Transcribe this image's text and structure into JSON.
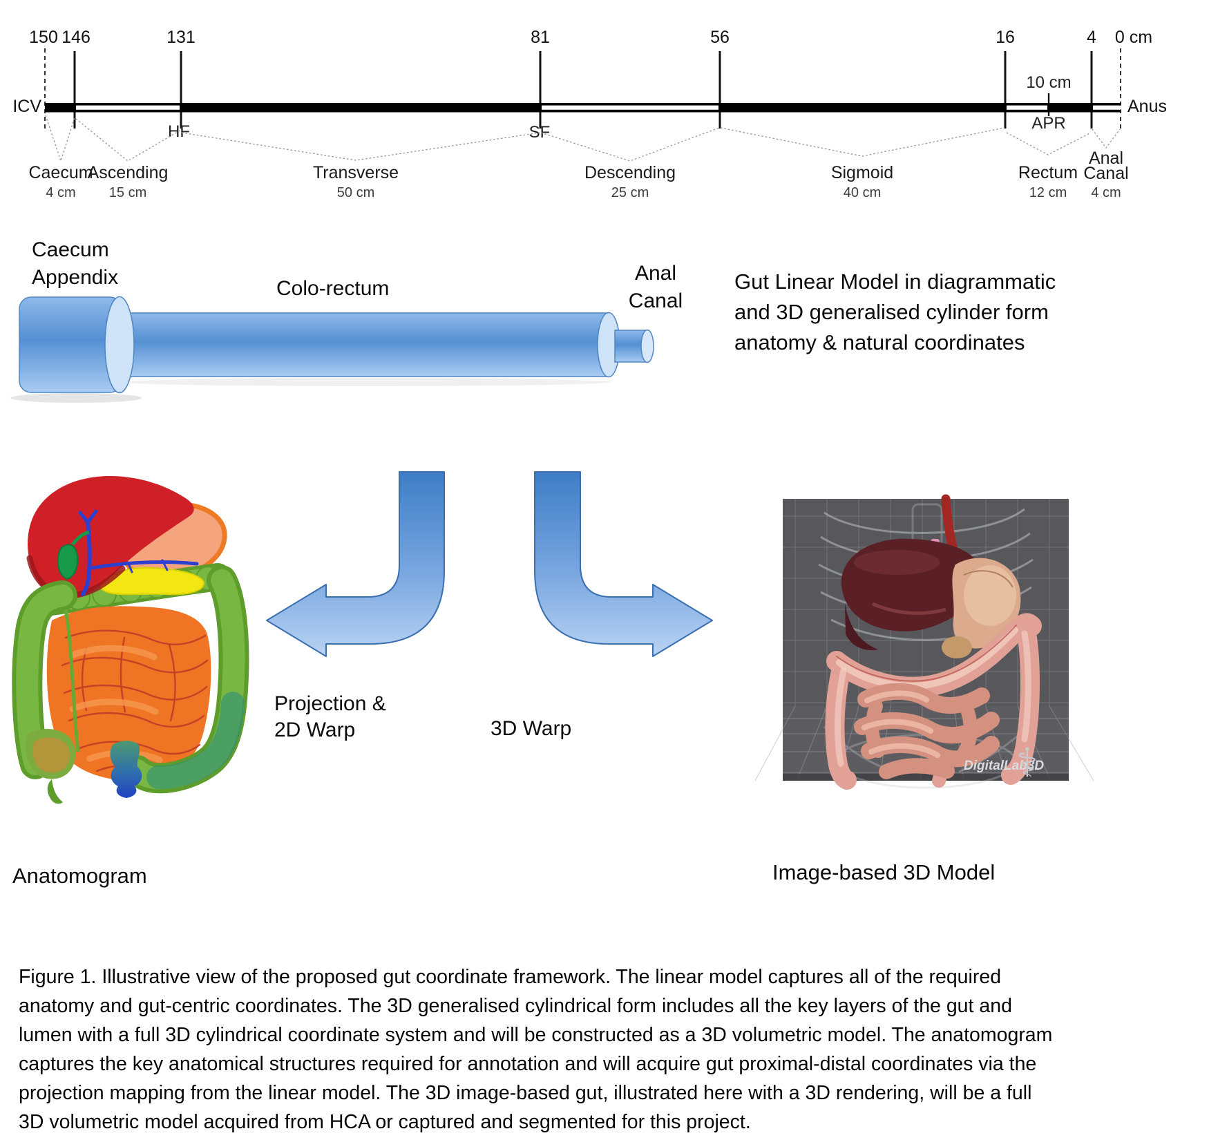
{
  "ruler": {
    "ticks": [
      "150",
      "146",
      "131",
      "81",
      "56",
      "16",
      "4",
      "0 cm"
    ],
    "minor_tick_label": "10 cm",
    "landmarks": {
      "left": "ICV",
      "right": "Anus",
      "hf": "HF",
      "sf": "SF",
      "apr": "APR"
    },
    "segments": [
      {
        "name": "Caecum",
        "length": "4 cm"
      },
      {
        "name": "Ascending",
        "length": "15 cm"
      },
      {
        "name": "Transverse",
        "length": "50 cm"
      },
      {
        "name": "Descending",
        "length": "25 cm"
      },
      {
        "name": "Sigmoid",
        "length": "40 cm"
      },
      {
        "name": "Rectum",
        "length": "12 cm"
      },
      {
        "name": "Anal",
        "name_line2": "Canal",
        "length": "4 cm"
      }
    ]
  },
  "cylinder_model": {
    "caecum_line1": "Caecum",
    "caecum_line2": "Appendix",
    "colorectum": "Colo-rectum",
    "anal_line1": "Anal",
    "anal_line2": "Canal",
    "description_lines": [
      "Gut Linear Model in diagrammatic",
      "and 3D generalised cylinder form",
      "anatomy & natural coordinates"
    ]
  },
  "mappings": {
    "left_arrow_line1": "Projection &",
    "left_arrow_line2": "2D Warp",
    "right_arrow_label": "3D Warp"
  },
  "panels": {
    "anatomogram_label": "Anatomogram",
    "model3d_label": "Image-based 3D Model",
    "model3d_watermark": "DigitalLab3D"
  },
  "caption": {
    "lines": [
      "Figure 1. Illustrative view of the proposed gut coordinate framework. The linear model captures all of the required",
      "anatomy and gut-centric coordinates. The 3D generalised cylindrical form includes all the key layers of the gut and",
      "lumen with a full 3D cylindrical coordinate system and will be constructed as a 3D volumetric model. The anatomogram",
      "captures the key anatomical structures required for annotation and will acquire gut proximal-distal coordinates via the",
      "projection mapping from the linear model. The 3D image-based gut, illustrated here with a 3D rendering, will be a full",
      "3D volumetric model acquired from HCA or captured and segmented for this project."
    ]
  },
  "colors": {
    "arrow_blue": "#4080c8",
    "cylinder_blue": "#5590d3",
    "colon_green": "#6fae38",
    "intestine_orange": "#ef7524",
    "liver_red": "#d02027",
    "model3d_background": "#58585c"
  }
}
